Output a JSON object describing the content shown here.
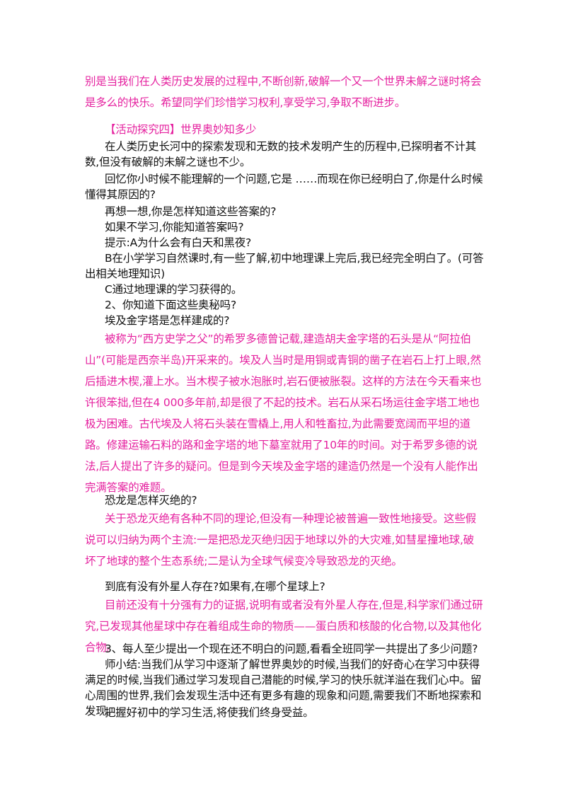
{
  "colors": {
    "accent_pink": "#e5219f",
    "text": "#111111",
    "background": "#ffffff"
  },
  "paragraphs": {
    "p01": "别是当我们在人类历史发展的过程中,不断创新,破解一个又一个世界未解之谜时将会是多么的快乐。希望同学们珍惜学习权利,享受学习,争取不断进步。",
    "p02": "【活动探究四】世界奥妙知多少",
    "p03": "在人类历史长河中的探索发现和无数的技术发明产生的历程中,已探明者不计其数,但没有破解的未解之谜也不少。",
    "p04": "回忆你小时候不能理解的一个问题,它是 ……而现在你已经明白了,你是什么时候懂得其原因的?",
    "p05": "再想一想,你是怎样知道这些答案的?",
    "p06": "如果不学习,你能知道答案吗?",
    "p07": "提示:A为什么会有白天和黑夜?",
    "p08": "B在小学学习自然课时,有一些了解,初中地理课上完后,我已经完全明白了。(可答出相关地理知识)",
    "p09": "C通过地理课的学习获得的。",
    "p10": "2、你知道下面这些奥秘吗?",
    "p11": "埃及金字塔是怎样建成的?",
    "p12": "被称为“西方史学之父”的希罗多德曾记载,建造胡夫金字塔的石头是从“阿拉伯山”(可能是西奈半岛)开采来的。埃及人当时是用铜或青铜的凿子在岩石上打上眼,然后插进木楔,灌上水。当木楔子被水泡胀时,岩石便被胀裂。这样的方法在今天看来也许很笨拙,但在4 000多年前,却是很了不起的技术。岩石从采石场运往金字塔工地也极为困难。古代埃及人将石头装在雪橇上,用人和牲畜拉,为此需要宽阔而平坦的道路。修建运输石料的路和金字塔的地下墓室就用了10年的时间。对于希罗多德的说法,后人提出了许多的疑问。但是到今天埃及金字塔的建造仍然是一个没有人能作出完满答案的难题。",
    "p13": "恐龙是怎样灭绝的?",
    "p14": "关于恐龙灭绝有各种不同的理论,但没有一种理论被普遍一致性地接受。这些假说可以归纳为两个主流:一是把恐龙灭绝归因于地球以外的大灾难,如彗星撞地球,破坏了地球的整个生态系统;二是认为全球气候变冷导致恐龙的灭绝。",
    "p15": "到底有没有外星人存在?如果有,在哪个星球上?",
    "p16": "目前还没有十分强有力的证据,说明有或者没有外星人存在,但是,科学家们通过研究,已发现其他星球中存在着组成生命的物质——蛋白质和核酸的化合物,以及其他化合物。",
    "p17": "3、每人至少提出一个现在还不明白的问题,看看全班同学一共提出了多少问题?",
    "p18": "师小结:当我们从学习中逐渐了解世界奥妙的时候,当我们的好奇心在学习中获得满足的时候,当我们通过学习发现自己潜能的时候,学习的快乐就洋溢在我们心中。留心周围的世界,我们会发现生活中还有更多有趣的现象和问题,需要我们不断地探索和发现。",
    "p19": "把握好初中的学习生活,将使我们终身受益。"
  }
}
